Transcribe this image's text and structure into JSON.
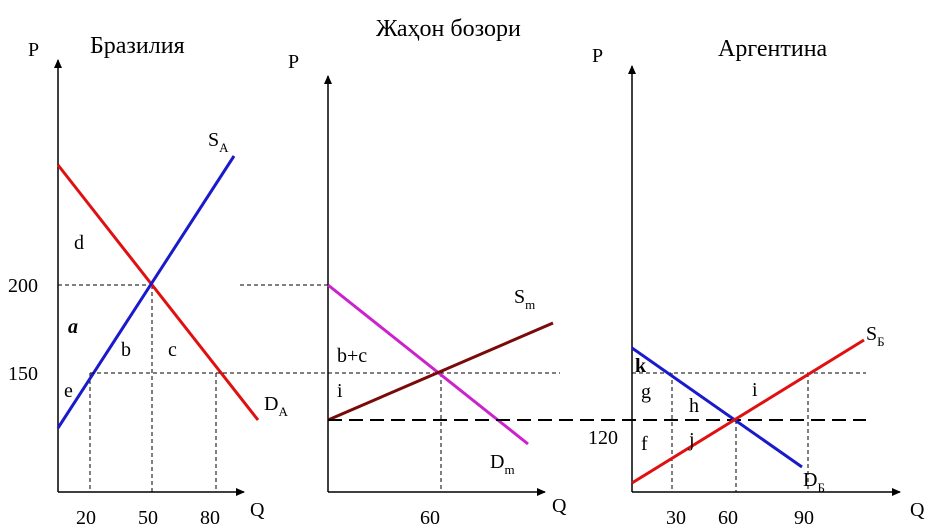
{
  "colors": {
    "axis": "#000000",
    "supply_brazil": "#1a1acc",
    "demand_brazil": "#e01010",
    "supply_world": "#7a0a0a",
    "demand_world": "#cc22cc",
    "demand_argentina": "#1a1acc",
    "supply_argentina": "#e01010"
  },
  "brazil": {
    "title": "Бразилия",
    "axis_p": "P",
    "axis_q": "Q",
    "supply_label": "S",
    "supply_sub": "A",
    "demand_label": "D",
    "demand_sub": "A",
    "price_ticks": [
      "200",
      "150"
    ],
    "qty_ticks": [
      "20",
      "50",
      "80"
    ],
    "areas": {
      "d": "d",
      "a": "a",
      "b": "b",
      "c": "c",
      "e": "e"
    }
  },
  "world": {
    "title": "Жаҳон бозори",
    "axis_p": "P",
    "axis_q": "Q",
    "supply_label": "S",
    "supply_sub": "m",
    "demand_label": "D",
    "demand_sub": "m",
    "qty_ticks": [
      "60"
    ],
    "areas": {
      "bc": "b+c",
      "i": "i"
    }
  },
  "argentina": {
    "title": "Аргентина",
    "axis_p": "P",
    "axis_q": "Q",
    "supply_label": "S",
    "supply_sub": "Б",
    "demand_label": "D",
    "demand_sub": "Б",
    "price_ticks": [
      "120"
    ],
    "qty_ticks": [
      "30",
      "60",
      "90"
    ],
    "areas": {
      "k": "k",
      "g": "g",
      "h": "h",
      "i": "i",
      "f": "f",
      "j": "j"
    }
  }
}
